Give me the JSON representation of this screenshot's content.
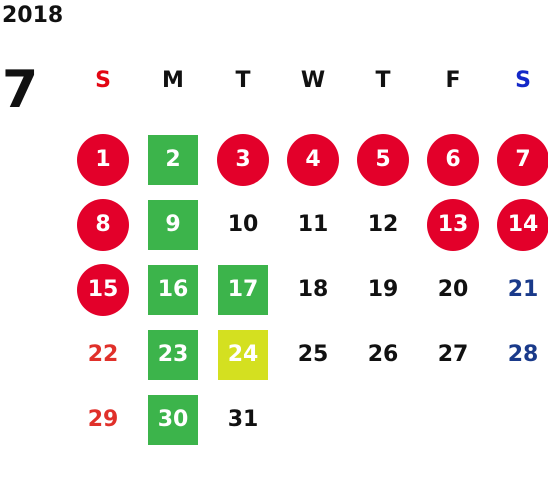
{
  "calendar": {
    "year": "2018",
    "month": "7",
    "weekdays": [
      {
        "label": "S",
        "color": "#e30613"
      },
      {
        "label": "M",
        "color": "#111111"
      },
      {
        "label": "T",
        "color": "#111111"
      },
      {
        "label": "W",
        "color": "#111111"
      },
      {
        "label": "T",
        "color": "#111111"
      },
      {
        "label": "F",
        "color": "#111111"
      },
      {
        "label": "S",
        "color": "#1428c8"
      }
    ],
    "colors": {
      "red_circle": "#e3002a",
      "green_square": "#3cb44b",
      "yellow_square": "#d4e020",
      "sunday_text": "#e0302a",
      "saturday_text": "#1a3a8a",
      "default_text": "#111111"
    },
    "weeks": [
      [
        {
          "day": "1",
          "style": "red-circle"
        },
        {
          "day": "2",
          "style": "green-square"
        },
        {
          "day": "3",
          "style": "red-circle"
        },
        {
          "day": "4",
          "style": "red-circle"
        },
        {
          "day": "5",
          "style": "red-circle"
        },
        {
          "day": "6",
          "style": "red-circle"
        },
        {
          "day": "7",
          "style": "red-circle"
        }
      ],
      [
        {
          "day": "8",
          "style": "red-circle"
        },
        {
          "day": "9",
          "style": "green-square"
        },
        {
          "day": "10",
          "style": "plain"
        },
        {
          "day": "11",
          "style": "plain"
        },
        {
          "day": "12",
          "style": "plain"
        },
        {
          "day": "13",
          "style": "red-circle"
        },
        {
          "day": "14",
          "style": "red-circle"
        }
      ],
      [
        {
          "day": "15",
          "style": "red-circle"
        },
        {
          "day": "16",
          "style": "green-square"
        },
        {
          "day": "17",
          "style": "green-square"
        },
        {
          "day": "18",
          "style": "plain"
        },
        {
          "day": "19",
          "style": "plain"
        },
        {
          "day": "20",
          "style": "plain"
        },
        {
          "day": "21",
          "style": "saturday"
        }
      ],
      [
        {
          "day": "22",
          "style": "sunday"
        },
        {
          "day": "23",
          "style": "green-square"
        },
        {
          "day": "24",
          "style": "yellow-square"
        },
        {
          "day": "25",
          "style": "plain"
        },
        {
          "day": "26",
          "style": "plain"
        },
        {
          "day": "27",
          "style": "plain"
        },
        {
          "day": "28",
          "style": "saturday"
        }
      ],
      [
        {
          "day": "29",
          "style": "sunday"
        },
        {
          "day": "30",
          "style": "green-square"
        },
        {
          "day": "31",
          "style": "plain"
        },
        {
          "day": "",
          "style": "empty"
        },
        {
          "day": "",
          "style": "empty"
        },
        {
          "day": "",
          "style": "empty"
        },
        {
          "day": "",
          "style": "empty"
        }
      ]
    ]
  }
}
